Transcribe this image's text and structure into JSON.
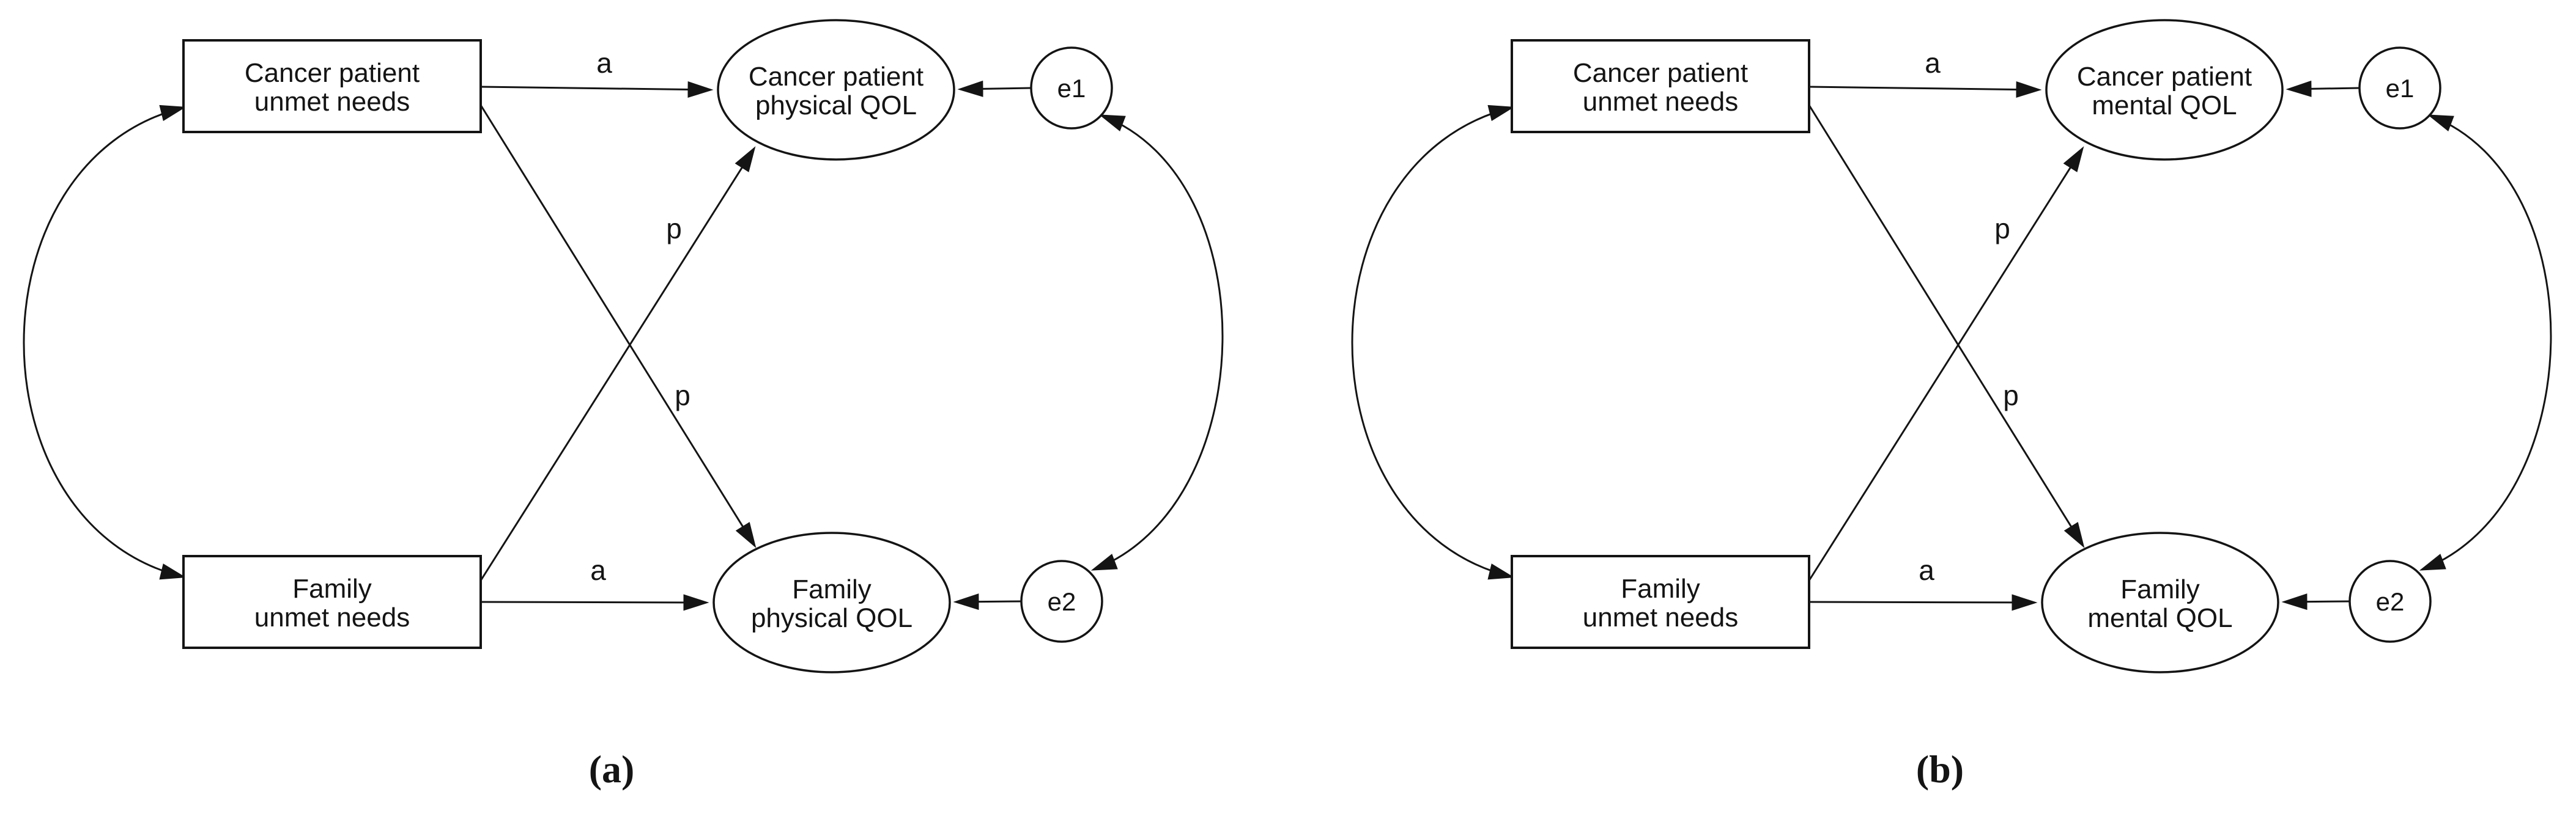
{
  "figure": {
    "background": "#ffffff",
    "ink": "#141414"
  },
  "diagrams": [
    {
      "id": "a",
      "caption": "(a)",
      "nodes": {
        "patient_needs": {
          "shape": "rectangle",
          "line1": "Cancer patient",
          "line2": "unmet needs"
        },
        "family_needs": {
          "shape": "rectangle",
          "line1": "Family",
          "line2": "unmet needs"
        },
        "patient_qol": {
          "shape": "ellipse",
          "line1": "Cancer patient",
          "line2": "physical QOL"
        },
        "family_qol": {
          "shape": "ellipse",
          "line1": "Family",
          "line2": "physical QOL"
        },
        "error1": {
          "shape": "circle",
          "label": "e1"
        },
        "error2": {
          "shape": "circle",
          "label": "e2"
        }
      },
      "edges": {
        "actor_top": {
          "label": "a"
        },
        "actor_bottom": {
          "label": "a"
        },
        "partner_family_to_patient": {
          "label": "p"
        },
        "partner_patient_to_family": {
          "label": "p"
        }
      }
    },
    {
      "id": "b",
      "caption": "(b)",
      "nodes": {
        "patient_needs": {
          "shape": "rectangle",
          "line1": "Cancer patient",
          "line2": "unmet needs"
        },
        "family_needs": {
          "shape": "rectangle",
          "line1": "Family",
          "line2": "unmet needs"
        },
        "patient_qol": {
          "shape": "ellipse",
          "line1": "Cancer patient",
          "line2": "mental QOL"
        },
        "family_qol": {
          "shape": "ellipse",
          "line1": "Family",
          "line2": "mental QOL"
        },
        "error1": {
          "shape": "circle",
          "label": "e1"
        },
        "error2": {
          "shape": "circle",
          "label": "e2"
        }
      },
      "edges": {
        "actor_top": {
          "label": "a"
        },
        "actor_bottom": {
          "label": "a"
        },
        "partner_family_to_patient": {
          "label": "p"
        },
        "partner_patient_to_family": {
          "label": "p"
        }
      }
    }
  ]
}
